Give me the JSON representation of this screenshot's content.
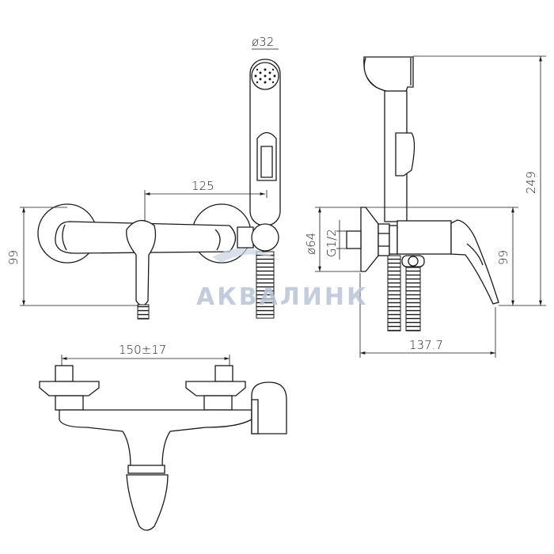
{
  "drawing": {
    "front_view": {
      "dim_spacing": "125",
      "dim_height": "99",
      "dim_head_diameter": "ø32"
    },
    "side_view": {
      "dim_total_height": "249",
      "dim_height": "99",
      "dim_depth": "137.7",
      "dim_flange_diameter": "ø64",
      "dim_thread": "G1/2"
    },
    "top_view": {
      "dim_center_distance": "150±17"
    },
    "watermark": "АКВАЛИНК",
    "colors": {
      "line": "#1a1a1a",
      "watermark": "#b8c4d6"
    }
  }
}
